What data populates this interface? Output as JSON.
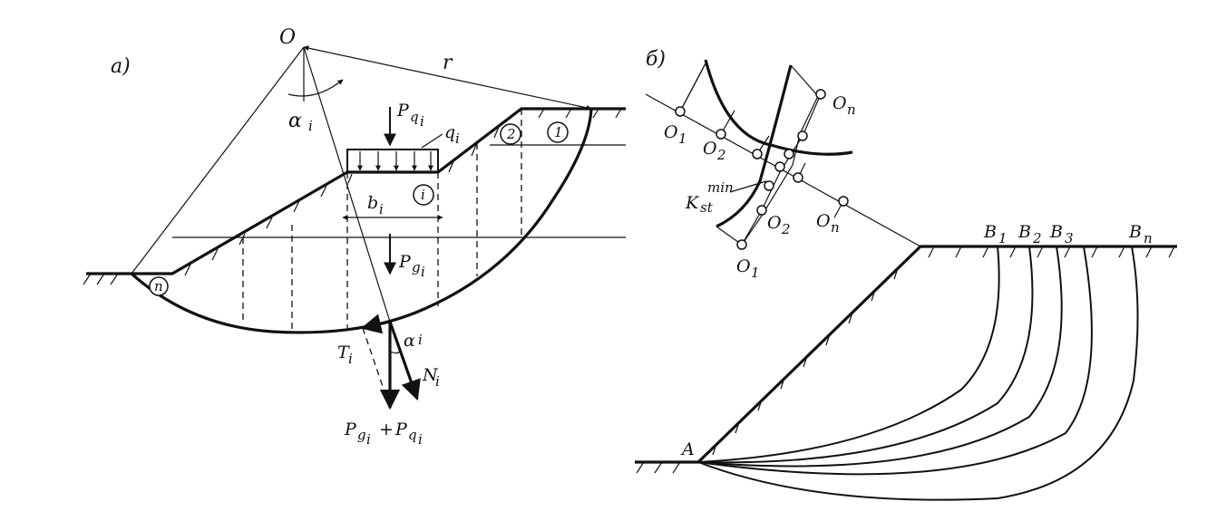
{
  "panel_a": {
    "panel_label": "a)",
    "center_label": "O",
    "radius_label": "r",
    "angle_label": "α",
    "angle_sub": "i",
    "load_p": "P",
    "load_p_sub": "q",
    "load_p_sub2": "i",
    "q_label": "q",
    "q_sub": "i",
    "b_label": "b",
    "b_sub": "i",
    "slice_i": "i",
    "slice_1": "1",
    "slice_2": "2",
    "slice_n": "n",
    "weight_p": "P",
    "weight_sub": "g",
    "weight_sub2": "i",
    "t_label": "T",
    "t_sub": "i",
    "n_label": "N",
    "n_sub": "i",
    "alpha2": "α",
    "alpha2_sub": "i",
    "sum_p1": "P",
    "sum_sub1": "g",
    "sum_sub1b": "i",
    "sum_plus": "+",
    "sum_p2": "P",
    "sum_sub2": "q",
    "sum_sub2b": "i"
  },
  "panel_b": {
    "panel_label": "б)",
    "o1": "O",
    "o1_sub": "1",
    "o2": "O",
    "o2_sub": "2",
    "on": "O",
    "on_sub": "n",
    "on_prime": "O",
    "on_prime_sub": "n",
    "o2_prime": "O",
    "o2_prime_sub": "2",
    "o1_prime": "O",
    "o1_prime_sub": "1",
    "k_label": "K",
    "k_sub": "st",
    "k_sup": "min",
    "a_label": "A",
    "b1": "B",
    "b1_sub": "1",
    "b2": "B",
    "b2_sub": "2",
    "b3": "B",
    "b3_sub": "3",
    "bn": "B",
    "bn_sub": "n"
  }
}
